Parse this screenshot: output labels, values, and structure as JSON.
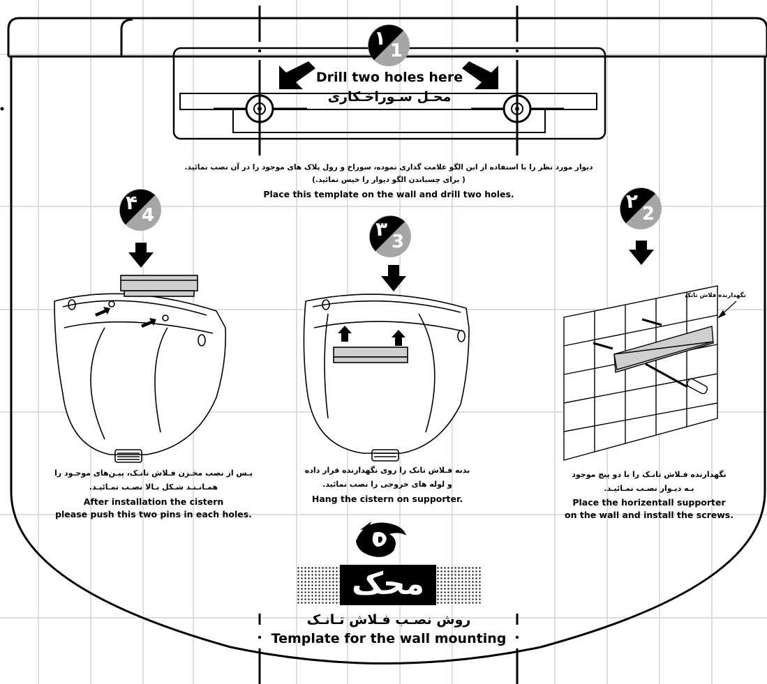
{
  "header": {
    "drill_en": "Drill two holes here",
    "drill_fa": "محـل سـوراخـکاری"
  },
  "instruction_top": {
    "fa_line1": "دیوار مورد نظر را با استفاده از این الگو علامت گذاری نموده، سوراخ و رول پلاک های موجود را در آن نصب نمائید.",
    "fa_line2": "( برای چسباندن الگو دیوار را خیس نمائید.)",
    "en": "Place this template on the wall and drill two holes."
  },
  "steps": [
    {
      "num_fa": "۱",
      "num_en": "1"
    },
    {
      "num_fa": "۲",
      "num_en": "2",
      "fa_line1": "نگهدارنده فـلاش تانـک را با دو پیچ موجود",
      "fa_line2": "بـه دیـوار نصـب نمـائیـد.",
      "en_line1": "Place the horizentall supporter",
      "en_line2": "on the wall and install the screws.",
      "callout": "نگهدارنده فلاش تانک"
    },
    {
      "num_fa": "۳",
      "num_en": "3",
      "fa_line1": "بدنه فـلاش تانک را روی نگهدارنده قرار داده",
      "fa_line2": "و لوله های خروجی را نصب نمائید.",
      "en_line1": "Hang the cistern on supporter."
    },
    {
      "num_fa": "۴",
      "num_en": "4",
      "fa_line1": "پـس از نصب مخـزن فـلاش تانـک، پیـن‌های موجـود را",
      "fa_line2": "همـانـنـد شـکل بـالا نصـب نمـائیـد.",
      "en_line1": "After installation the cistern",
      "en_line2": "please push this two pins in each holes."
    }
  ],
  "footer": {
    "brand_fa": "محک",
    "title_fa": "روش نصـب فـلاش تـانـک",
    "title_en": "Template for the wall mounting"
  },
  "colors": {
    "ink": "#000000",
    "grid": "#d4d4d4",
    "badge_grey": "#a6a6a6",
    "rail": "#cfcfcf"
  },
  "icons": [
    "crosshair-icon",
    "diagonal-arrow-icon",
    "down-arrow-icon",
    "number-badge-icon",
    "brand-logo-icon"
  ]
}
